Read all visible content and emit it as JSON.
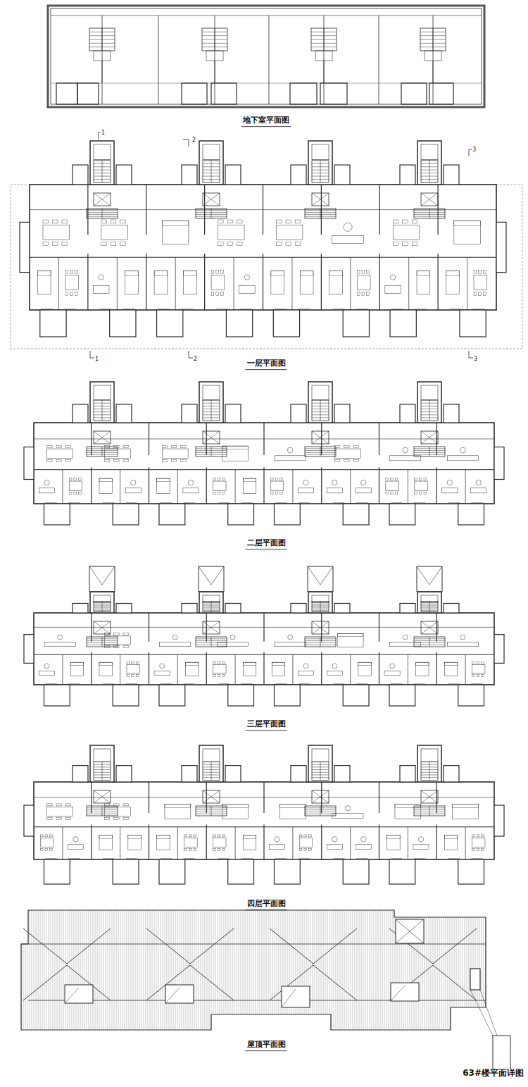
{
  "diagram": {
    "caption": "63#楼平面详图",
    "labels": [
      "地下室平面图",
      "1",
      "2",
      "3",
      "1",
      "2",
      "3",
      "一层平面图",
      "二层平面图",
      "三层平面图",
      "四层平面图",
      "屋顶平面图"
    ]
  }
}
